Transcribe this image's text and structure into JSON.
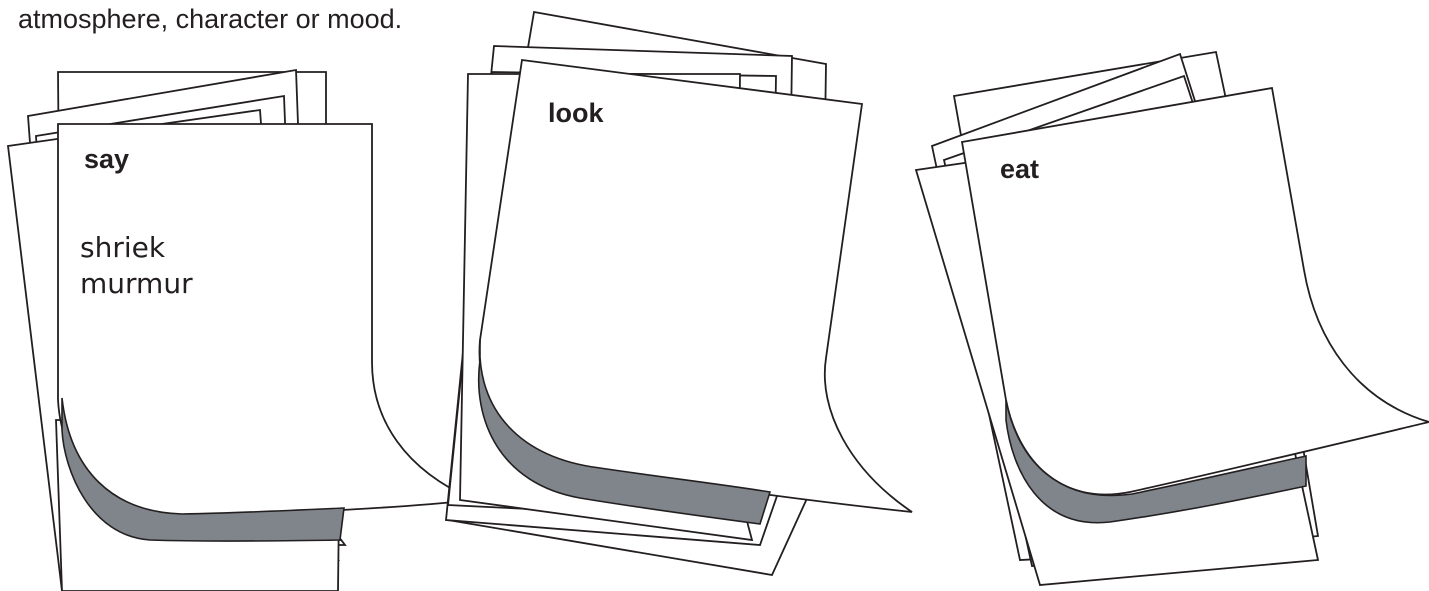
{
  "intro_text": "atmosphere, character or mood.",
  "cards": [
    {
      "title": "say",
      "words": [
        "shriek",
        "murmur"
      ]
    },
    {
      "title": "look",
      "words": []
    },
    {
      "title": "eat",
      "words": []
    }
  ],
  "colors": {
    "outline": "#231f20",
    "page": "#ffffff",
    "curl_shadow": "#7f858b"
  }
}
